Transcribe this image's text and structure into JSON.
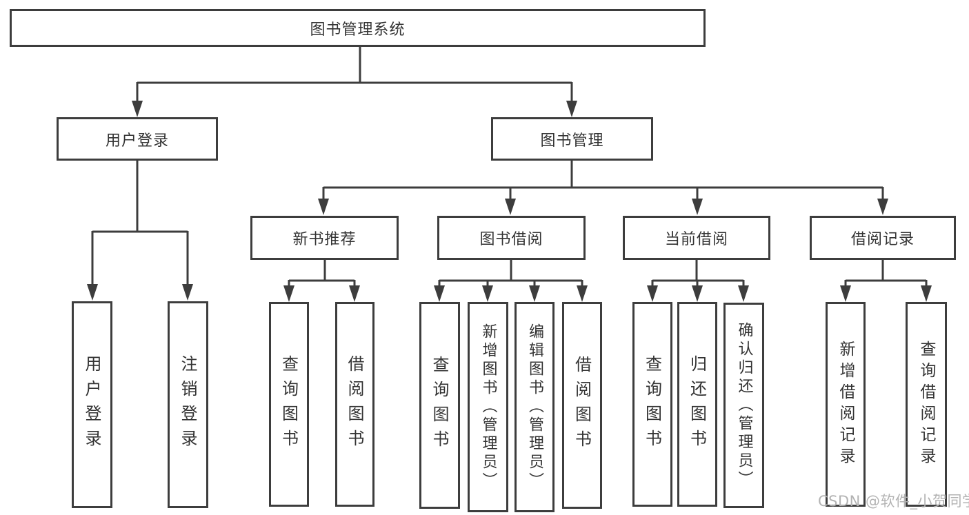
{
  "root": {
    "label": "图书管理系统"
  },
  "branches": [
    {
      "label": "用户登录",
      "leaves": [
        {
          "label": "用户登录"
        },
        {
          "label": "注销登录"
        }
      ]
    },
    {
      "label": "图书管理",
      "groups": [
        {
          "label": "新书推荐",
          "leaves": [
            {
              "label": "查询图书"
            },
            {
              "label": "借阅图书"
            }
          ]
        },
        {
          "label": "图书借阅",
          "leaves": [
            {
              "label": "查询图书"
            },
            {
              "label": "新增图书（管理员）"
            },
            {
              "label": "编辑图书（管理员）"
            },
            {
              "label": "借阅图书"
            }
          ]
        },
        {
          "label": "当前借阅",
          "leaves": [
            {
              "label": "查询图书"
            },
            {
              "label": "归还图书"
            },
            {
              "label": "确认归还（管理员）"
            }
          ]
        },
        {
          "label": "借阅记录",
          "leaves": [
            {
              "label": "新增借阅记录"
            },
            {
              "label": "查询借阅记录"
            }
          ]
        }
      ]
    }
  ],
  "watermark": "CSDN @软件_小贺同学",
  "colors": {
    "line": "#3d3d3d",
    "text": "#333333",
    "watermark": "#b3b3b3",
    "background": "#ffffff"
  }
}
